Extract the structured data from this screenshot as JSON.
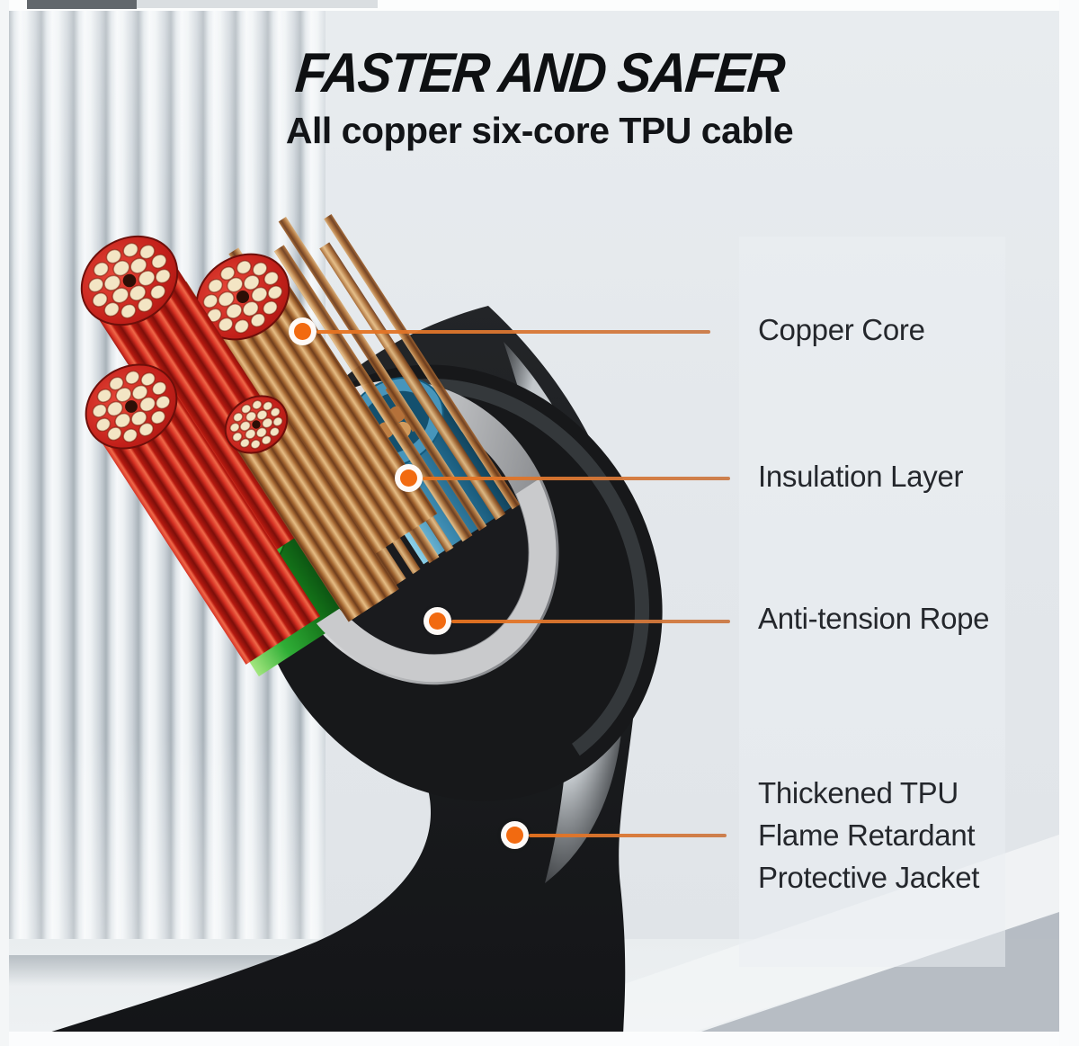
{
  "header": {
    "title": "FASTER AND SAFER",
    "subtitle": "All copper six-core TPU cable"
  },
  "callouts": [
    {
      "label": "Copper Core"
    },
    {
      "label": "Insulation Layer"
    },
    {
      "label": "Anti-tension Rope"
    },
    {
      "label": "Thickened TPU Flame Retardant Protective Jacket",
      "lines": [
        "Thickened TPU",
        "Flame Retardant",
        "Protective Jacket"
      ]
    }
  ],
  "marker": {
    "dot_color": "#f26a10",
    "line_color": "#d1793c"
  },
  "colors": {
    "background": "#e3e7eb",
    "title_text": "#0e1012",
    "label_text": "#24272c",
    "jacket_black": "#1d1f22",
    "anti_tension_gray": "#d8d9db",
    "insulation_blue": "#3e8cb2",
    "insulation_green": "#2fae36",
    "copper": "#c08044",
    "bundle_red": "#c3201a",
    "strand_cream": "#f3e5c4"
  }
}
